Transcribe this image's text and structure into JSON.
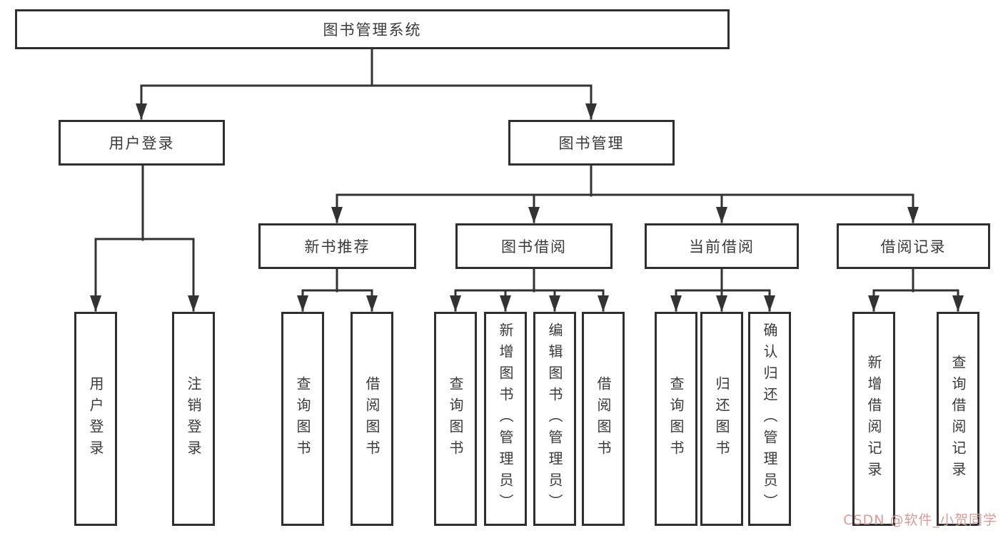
{
  "diagram_title": "图书管理系统",
  "tree": {
    "label": "图书管理系统",
    "children": [
      {
        "label": "用户登录",
        "children": [
          {
            "label": "用户登录"
          },
          {
            "label": "注销登录"
          }
        ]
      },
      {
        "label": "图书管理",
        "children": [
          {
            "label": "新书推荐",
            "children": [
              {
                "label": "查询图书"
              },
              {
                "label": "借阅图书"
              }
            ]
          },
          {
            "label": "图书借阅",
            "children": [
              {
                "label": "查询图书"
              },
              {
                "label": "新增图书（管理员）"
              },
              {
                "label": "编辑图书（管理员）"
              },
              {
                "label": "借阅图书"
              }
            ]
          },
          {
            "label": "当前借阅",
            "children": [
              {
                "label": "查询图书"
              },
              {
                "label": "归还图书"
              },
              {
                "label": "确认归还（管理员）"
              }
            ]
          },
          {
            "label": "借阅记录",
            "children": [
              {
                "label": "新增借阅记录"
              },
              {
                "label": "查询借阅记录"
              }
            ]
          }
        ]
      }
    ]
  },
  "watermark": {
    "text": "CSDN @软件_小贺同学"
  },
  "colors": {
    "line": "#333333",
    "box_border": "#2f2f2f",
    "text": "#3a3a3a",
    "background": "#ffffff",
    "watermark": "#d99c96"
  }
}
